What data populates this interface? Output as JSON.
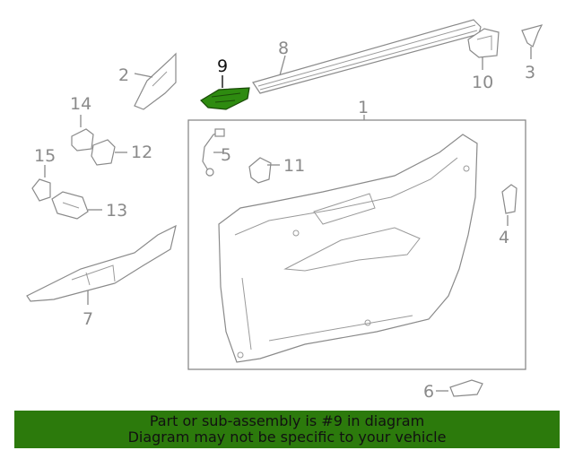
{
  "callouts": {
    "c1": "1",
    "c2": "2",
    "c3": "3",
    "c4": "4",
    "c5": "5",
    "c6": "6",
    "c7": "7",
    "c8": "8",
    "c9": "9",
    "c10": "10",
    "c11": "11",
    "c12": "12",
    "c13": "13",
    "c14": "14",
    "c15": "15"
  },
  "highlighted_part": "9",
  "colors": {
    "highlight_fill": "#2e8b10",
    "banner_bg": "#2c7a0c",
    "line_gray": "#8a8a8a"
  },
  "banner": {
    "line1": "Part or sub-assembly is #9 in diagram",
    "line2": "Diagram may not be specific to your vehicle"
  }
}
